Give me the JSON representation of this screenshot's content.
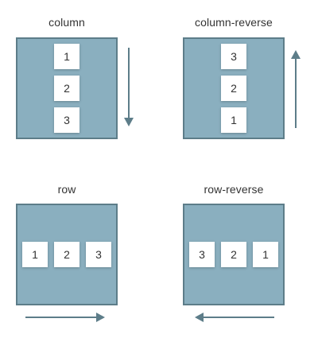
{
  "panels": [
    {
      "title": "column",
      "direction": "down",
      "items": [
        "1",
        "2",
        "3"
      ]
    },
    {
      "title": "column-reverse",
      "direction": "up",
      "items": [
        "1",
        "2",
        "3"
      ]
    },
    {
      "title": "row",
      "direction": "right",
      "items": [
        "1",
        "2",
        "3"
      ]
    },
    {
      "title": "row-reverse",
      "direction": "left",
      "items": [
        "1",
        "2",
        "3"
      ]
    }
  ],
  "colors": {
    "container_fill": "#8aafbf",
    "container_border": "#5d7d89",
    "arrow": "#5d7d89",
    "item_fill": "#ffffff",
    "text": "#333333"
  }
}
